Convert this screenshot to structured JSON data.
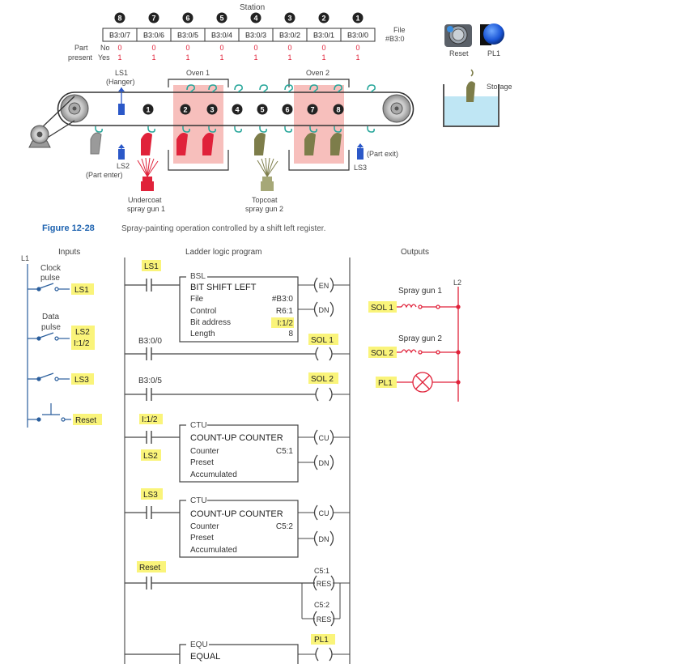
{
  "colors": {
    "wire": "#2a5e9c",
    "output_wire": "#e0223a",
    "highlight": "#faf47a",
    "oven_fill": "#f6b4b0",
    "figure_label": "#1e63b0",
    "hook": "#26a69a",
    "part_red": "#e0223a",
    "part_olive": "#7d7d4a",
    "part_gray": "#9a9a9a",
    "sensor": "#2b58c8",
    "storage_liquid": "#bfe6f4"
  },
  "top": {
    "station_label": "Station",
    "station_numbers": [
      "8",
      "7",
      "6",
      "5",
      "4",
      "3",
      "2",
      "1"
    ],
    "file_bits": [
      "B3:0/7",
      "B3:0/6",
      "B3:0/5",
      "B3:0/4",
      "B3:0/3",
      "B3:0/2",
      "B3:0/1",
      "B3:0/0"
    ],
    "file_label_1": "File",
    "file_label_2": "#B3:0",
    "part_label": "Part",
    "present_label": "present",
    "no_label": "No",
    "yes_label": "Yes",
    "no_values": [
      "0",
      "0",
      "0",
      "0",
      "0",
      "0",
      "0",
      "0"
    ],
    "yes_values": [
      "1",
      "1",
      "1",
      "1",
      "1",
      "1",
      "1",
      "1"
    ],
    "reset_label": "Reset",
    "pl1_label": "PL1",
    "storage_label": "Storage",
    "ls1_label_1": "LS1",
    "ls1_label_2": "(Hanger)",
    "oven1_label": "Oven 1",
    "oven2_label": "Oven 2",
    "conveyor_numbers": [
      "1",
      "2",
      "3",
      "4",
      "5",
      "6",
      "7",
      "8"
    ],
    "ls2_label": "LS2",
    "part_enter_label": "(Part enter)",
    "part_exit_label": "(Part exit)",
    "ls3_label": "LS3",
    "undercoat_1": "Undercoat",
    "undercoat_2": "spray gun 1",
    "topcoat_1": "Topcoat",
    "topcoat_2": "spray gun 2",
    "figure_label": "Figure 12-28",
    "figure_caption": "Spray-painting operation controlled by a shift left register."
  },
  "ladder": {
    "inputs_title": "Inputs",
    "program_title": "Ladder logic program",
    "outputs_title": "Outputs",
    "l1": "L1",
    "l2": "L2",
    "inputs": {
      "clock_1": "Clock",
      "clock_2": "pulse",
      "ls1": "LS1",
      "data_1": "Data",
      "data_2": "pulse",
      "ls2": "LS2",
      "i12": "I:1/2",
      "ls3": "LS3",
      "reset": "Reset"
    },
    "bsl": {
      "contact": "LS1",
      "tag": "BSL",
      "title": "BIT SHIFT LEFT",
      "file_label": "File",
      "file_value": "#B3:0",
      "control_label": "Control",
      "control_value": "R6:1",
      "bit_label": "Bit address",
      "bit_value": "I:1/2",
      "length_label": "Length",
      "length_value": "8",
      "en": "EN",
      "dn": "DN"
    },
    "rung2": {
      "contact": "B3:0/0",
      "coil": "SOL 1"
    },
    "rung3": {
      "contact": "B3:0/5",
      "coil": "SOL 2"
    },
    "ctu1": {
      "contact_top": "I:1/2",
      "contact_bottom": "LS2",
      "tag": "CTU",
      "title": "COUNT-UP COUNTER",
      "counter_label": "Counter",
      "counter_value": "C5:1",
      "preset_label": "Preset",
      "acc_label": "Accumulated",
      "cu": "CU",
      "dn": "DN"
    },
    "ctu2": {
      "contact": "LS3",
      "tag": "CTU",
      "title": "COUNT-UP COUNTER",
      "counter_label": "Counter",
      "counter_value": "C5:2",
      "preset_label": "Preset",
      "acc_label": "Accumulated",
      "cu": "CU",
      "dn": "DN"
    },
    "reset_rung": {
      "contact": "Reset",
      "c1": "C5:1",
      "c2": "C5:2",
      "res": "RES"
    },
    "equ": {
      "tag": "EQU",
      "title": "EQUAL",
      "coil": "PL1"
    },
    "outputs": {
      "gun1": "Spray gun 1",
      "sol1": "SOL 1",
      "gun2": "Spray gun 2",
      "sol2": "SOL 2",
      "pl1": "PL1"
    }
  }
}
